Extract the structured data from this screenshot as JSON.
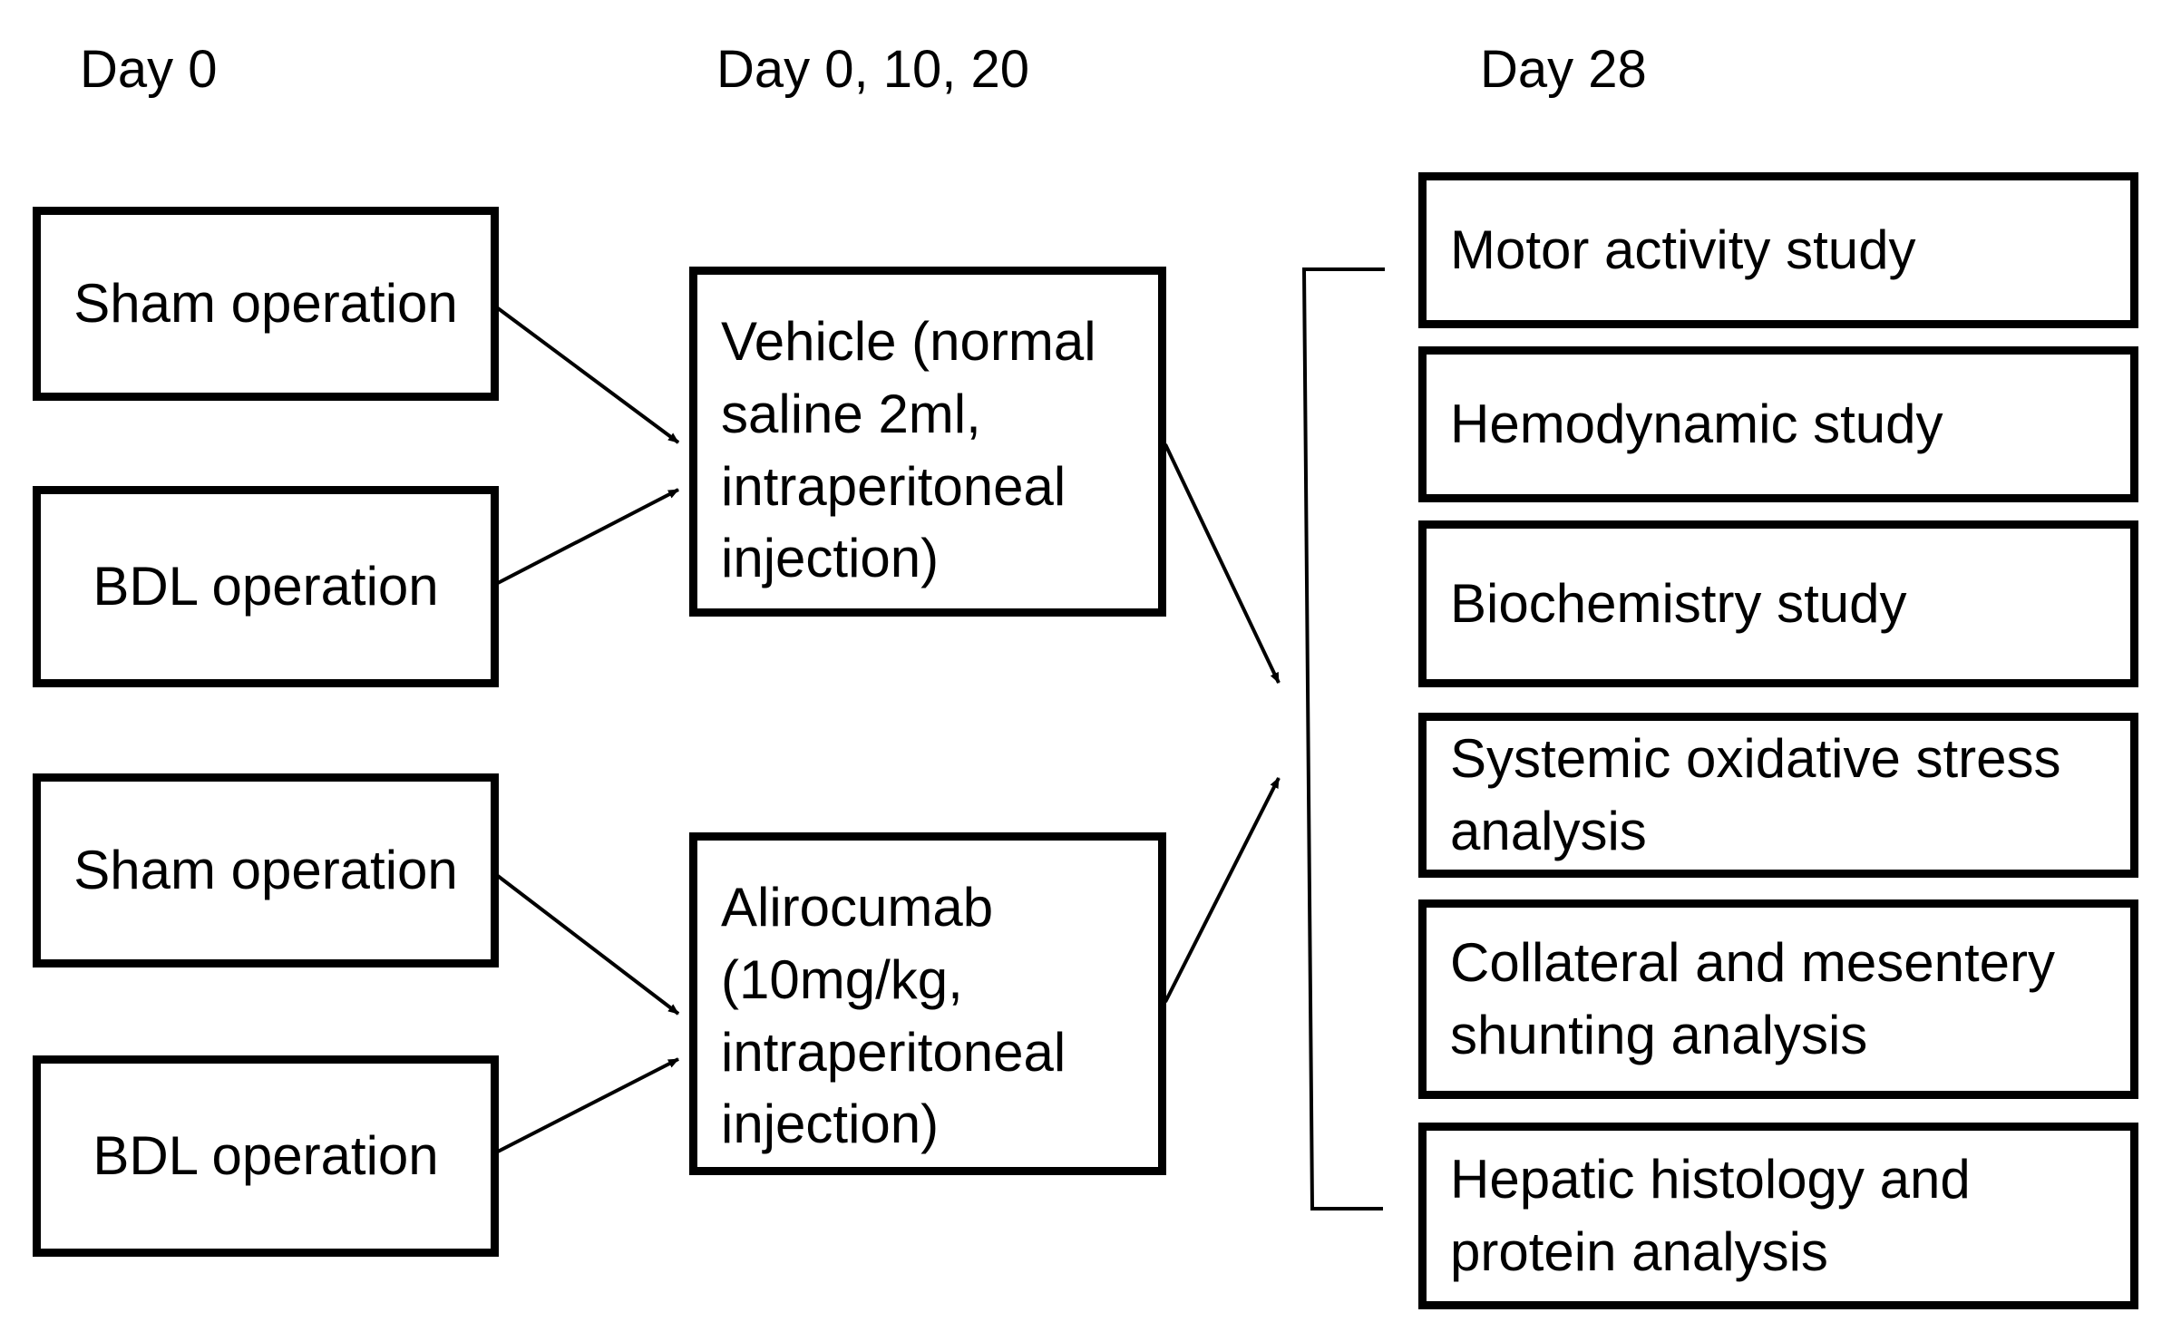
{
  "headers": {
    "day0": "Day 0",
    "day0_10_20": "Day 0, 10, 20",
    "day28": "Day 28"
  },
  "surgery": [
    "Sham operation",
    "BDL operation",
    "Sham operation",
    "BDL operation"
  ],
  "treatments": [
    "Vehicle (normal\nsaline 2ml,\nintraperitoneal\ninjection)",
    "Alirocumab\n(10mg/kg,\nintraperitoneal\ninjection)"
  ],
  "analyses": [
    "Motor activity study",
    "Hemodynamic study",
    "Biochemistry study",
    "Systemic oxidative stress\nanalysis",
    "Collateral and mesentery\nshunting  analysis",
    "Hepatic histology and\nprotein analysis"
  ],
  "colors": {
    "stroke": "#000000",
    "background": "#ffffff"
  }
}
